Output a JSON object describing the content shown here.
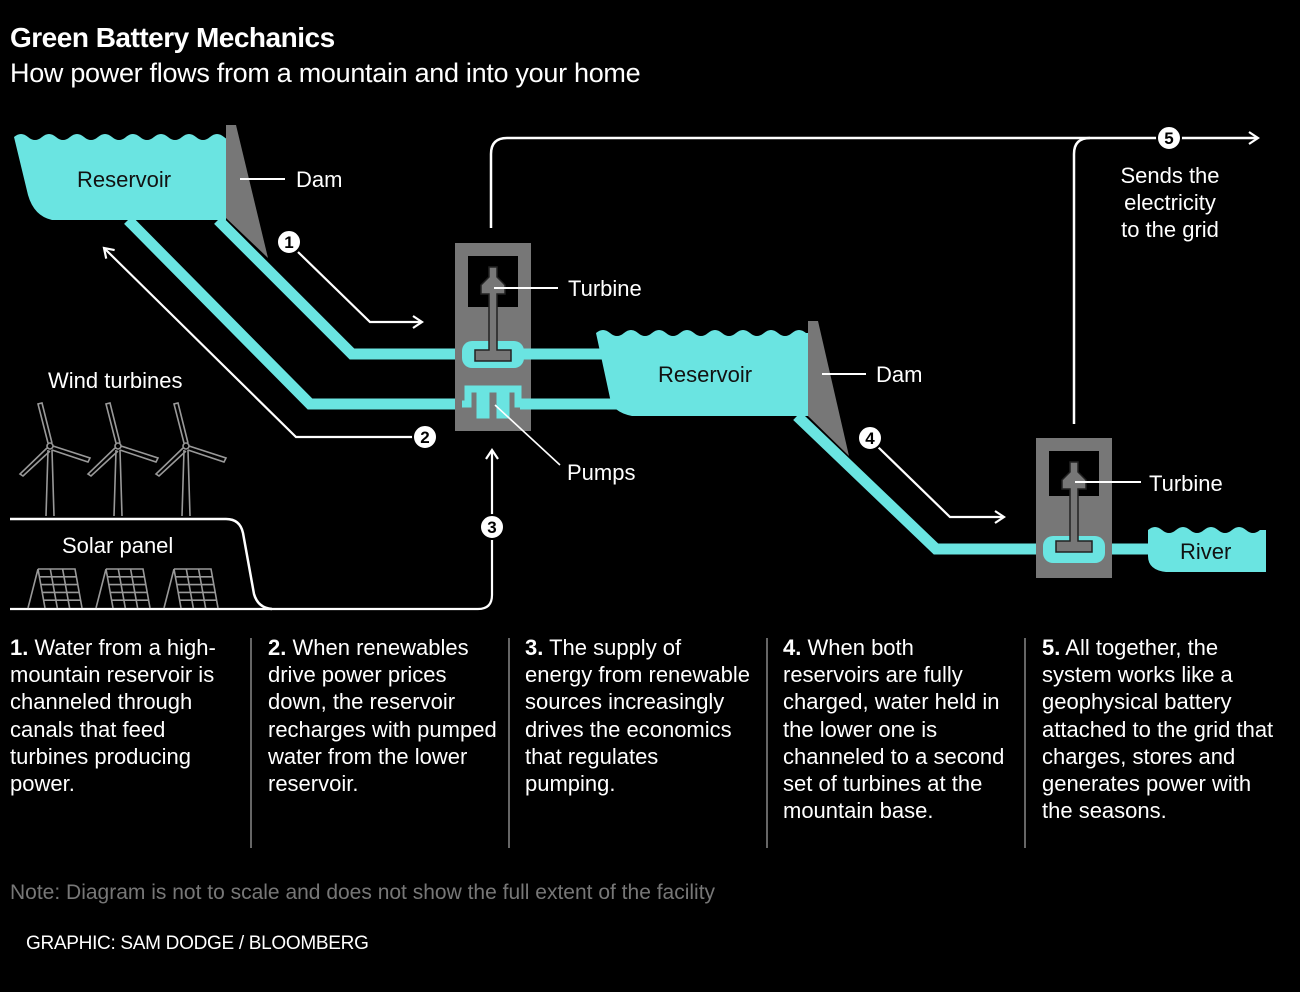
{
  "header": {
    "title": "Green Battery Mechanics",
    "subtitle": "How power flows from a mountain and into your home"
  },
  "colors": {
    "water": "#6ae4e1",
    "structure": "#777777",
    "line": "#ffffff",
    "background": "#000000",
    "note": "#777777"
  },
  "diagram": {
    "upper_reservoir_label": "Reservoir",
    "upper_dam_label": "Dam",
    "upper_turbine_label": "Turbine",
    "pumps_label": "Pumps",
    "lower_reservoir_label": "Reservoir",
    "lower_dam_label": "Dam",
    "lower_turbine_label": "Turbine",
    "river_label": "River",
    "wind_label": "Wind turbines",
    "solar_label": "Solar panel",
    "grid_label_lines": [
      "Sends the",
      "electricity",
      "to the grid"
    ],
    "step_badges": [
      "1",
      "2",
      "3",
      "4",
      "5"
    ]
  },
  "steps": [
    {
      "num": "1.",
      "text": "Water from a high-mountain reservoir is channeled through canals that feed turbines producing power."
    },
    {
      "num": "2.",
      "text": "When renewables drive power prices down, the reservoir recharges with pumped water from the lower reservoir."
    },
    {
      "num": "3.",
      "text": "The supply of energy from renewable sources increasingly drives the economics that regulates pumping."
    },
    {
      "num": "4.",
      "text": "When both reservoirs are fully charged, water held in the lower one is channeled to a second set of turbines at the mountain base."
    },
    {
      "num": "5.",
      "text": "All together, the system works like a geophysical battery attached to the grid that charges, stores and generates power with the seasons."
    }
  ],
  "footer": {
    "note": "Note: Diagram is not to scale and does not show the full extent of the facility",
    "credit": "GRAPHIC: SAM DODGE / BLOOMBERG"
  }
}
